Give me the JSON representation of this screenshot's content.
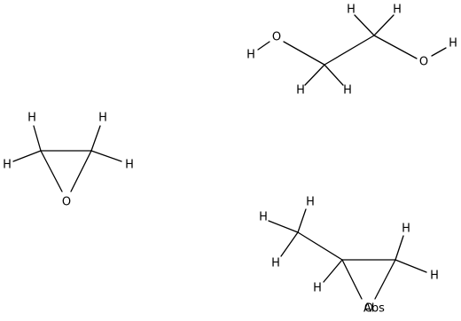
{
  "molecules": [
    {
      "name": "ethylene glycol",
      "atoms": {
        "o1": "O",
        "o2": "O",
        "h": "H"
      }
    },
    {
      "name": "ethylene oxide",
      "atoms": {
        "o": "O",
        "h": "H"
      }
    },
    {
      "name": "propylene oxide",
      "atoms": {
        "o": "O",
        "h": "H"
      },
      "stereo_label": "Abs"
    }
  ],
  "labels": {
    "O": "O",
    "H": "H",
    "Abs": "Abs"
  }
}
